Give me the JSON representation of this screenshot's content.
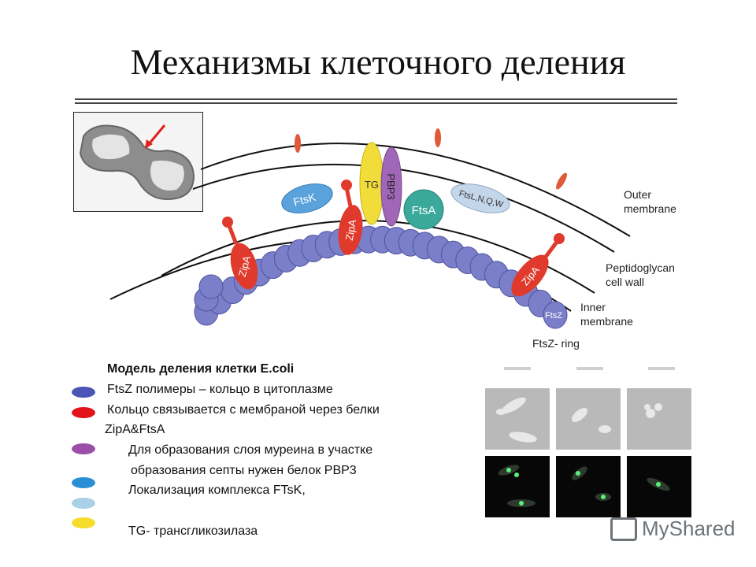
{
  "title": "Механизмы клеточного деления",
  "diagram": {
    "labels": {
      "outer_membrane_1": "Outer",
      "outer_membrane_2": "membrane",
      "peptidoglycan_1": "Peptidoglycan",
      "peptidoglycan_2": "cell wall",
      "inner_membrane_1": "Inner",
      "inner_membrane_2": "membrane",
      "ftsz_ring": "FtsZ- ring"
    },
    "proteins": {
      "ftsk": "FtsK",
      "tg": "TG",
      "pbp3": "PBP3",
      "ftsa": "FtsA",
      "ftslnqw": "FtsL,N,Q,W",
      "zipa_left": "ZipA",
      "zipa_center": "ZipA",
      "zipa_right": "ZipA",
      "ftsz_end": "FtsZ"
    },
    "colors": {
      "ftsz": "#7b7fc9",
      "zipa": "#e03a2c",
      "tg": "#f2dc3a",
      "pbp3": "#a066b8",
      "ftsa": "#3aa89a",
      "ftsk": "#5aa2dc",
      "ftslnqw": "#c4d6ea"
    }
  },
  "legend": {
    "title": "Модель деления  клетки E.coli",
    "lines": [
      " FtsZ полимеры – кольцо в цитоплазме",
      " Кольцо связывается с мембраной через белки",
      "ZipA&FtsA",
      "Для образования слоя муреина  в участке",
      " образования септы нужен белок PBP3",
      "Локализация комплекса FTsK,",
      "TG- трансгликозилаза"
    ],
    "dots": [
      {
        "name": "ftsz-dot",
        "color": "#4a55b5"
      },
      {
        "name": "zipa-dot",
        "color": "#e2131b"
      },
      {
        "name": "pbp3-dot",
        "color": "#9b4fa8"
      },
      {
        "name": "ftsk-dot",
        "color": "#2b8fd6"
      },
      {
        "name": "ftslnqw-dot",
        "color": "#a9d0e6"
      },
      {
        "name": "tg-dot",
        "color": "#f5dc2a"
      }
    ]
  },
  "watermark": "MyShared"
}
